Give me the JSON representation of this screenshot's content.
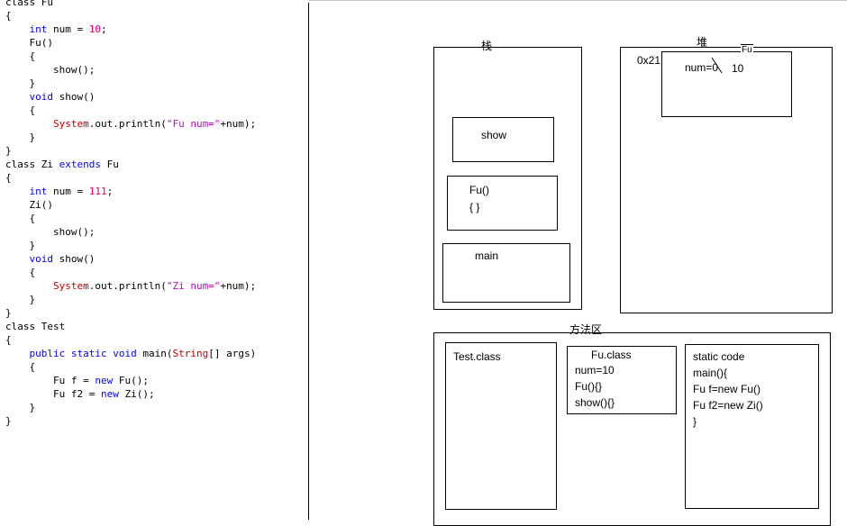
{
  "code": {
    "lines": [
      [
        {
          "t": "class Fu",
          "c": "plain"
        }
      ],
      [
        {
          "t": "{",
          "c": "plain"
        }
      ],
      [
        {
          "t": "    ",
          "c": "plain"
        },
        {
          "t": "int",
          "c": "keyword"
        },
        {
          "t": " num = ",
          "c": "plain"
        },
        {
          "t": "10",
          "c": "number"
        },
        {
          "t": ";",
          "c": "plain"
        }
      ],
      [
        {
          "t": "    Fu()",
          "c": "plain"
        }
      ],
      [
        {
          "t": "    {",
          "c": "plain"
        }
      ],
      [
        {
          "t": "        show();",
          "c": "plain"
        }
      ],
      [
        {
          "t": "    }",
          "c": "plain"
        }
      ],
      [
        {
          "t": "    ",
          "c": "plain"
        },
        {
          "t": "void",
          "c": "keyword"
        },
        {
          "t": " show()",
          "c": "plain"
        }
      ],
      [
        {
          "t": "    {",
          "c": "plain"
        }
      ],
      [
        {
          "t": "        ",
          "c": "plain"
        },
        {
          "t": "System",
          "c": "class"
        },
        {
          "t": ".out.println(",
          "c": "plain"
        },
        {
          "t": "\"Fu num=\"",
          "c": "string"
        },
        {
          "t": "+num);",
          "c": "plain"
        }
      ],
      [
        {
          "t": "    }",
          "c": "plain"
        }
      ],
      [
        {
          "t": "}",
          "c": "plain"
        }
      ],
      [
        {
          "t": "class",
          "c": "plain"
        },
        {
          "t": " Zi ",
          "c": "plain"
        },
        {
          "t": "extends",
          "c": "keyword"
        },
        {
          "t": " Fu",
          "c": "plain"
        }
      ],
      [
        {
          "t": "{",
          "c": "plain"
        }
      ],
      [
        {
          "t": "    ",
          "c": "plain"
        },
        {
          "t": "int",
          "c": "keyword"
        },
        {
          "t": " num = ",
          "c": "plain"
        },
        {
          "t": "111",
          "c": "number"
        },
        {
          "t": ";",
          "c": "plain"
        }
      ],
      [
        {
          "t": "    Zi()",
          "c": "plain"
        }
      ],
      [
        {
          "t": "    {",
          "c": "plain"
        }
      ],
      [
        {
          "t": "        show();",
          "c": "plain"
        }
      ],
      [
        {
          "t": "    }",
          "c": "plain"
        }
      ],
      [
        {
          "t": "    ",
          "c": "plain"
        },
        {
          "t": "void",
          "c": "keyword"
        },
        {
          "t": " show()",
          "c": "plain"
        }
      ],
      [
        {
          "t": "    {",
          "c": "plain"
        }
      ],
      [
        {
          "t": "        ",
          "c": "plain"
        },
        {
          "t": "System",
          "c": "class"
        },
        {
          "t": ".out.println(",
          "c": "plain"
        },
        {
          "t": "\"Zi num=\"",
          "c": "string"
        },
        {
          "t": "+num);",
          "c": "plain"
        }
      ],
      [
        {
          "t": "    }",
          "c": "plain"
        }
      ],
      [
        {
          "t": "}",
          "c": "plain"
        }
      ],
      [
        {
          "t": "class Test",
          "c": "plain"
        }
      ],
      [
        {
          "t": "{",
          "c": "plain"
        }
      ],
      [
        {
          "t": "    ",
          "c": "plain"
        },
        {
          "t": "public",
          "c": "keyword"
        },
        {
          "t": " ",
          "c": "plain"
        },
        {
          "t": "static",
          "c": "keyword"
        },
        {
          "t": " ",
          "c": "plain"
        },
        {
          "t": "void",
          "c": "keyword"
        },
        {
          "t": " main(",
          "c": "plain"
        },
        {
          "t": "String",
          "c": "class"
        },
        {
          "t": "[] args)",
          "c": "plain"
        }
      ],
      [
        {
          "t": "    {",
          "c": "plain"
        }
      ],
      [
        {
          "t": "        Fu f = ",
          "c": "plain"
        },
        {
          "t": "new",
          "c": "keyword"
        },
        {
          "t": " Fu();",
          "c": "plain"
        }
      ],
      [
        {
          "t": "        Fu f2 = ",
          "c": "plain"
        },
        {
          "t": "new",
          "c": "keyword"
        },
        {
          "t": " Zi();",
          "c": "plain"
        }
      ],
      [
        {
          "t": "    }",
          "c": "plain"
        }
      ],
      [
        {
          "t": "}",
          "c": "plain"
        }
      ]
    ]
  },
  "colors": {
    "keyword": "#0000ff",
    "number": "#e0006b",
    "string": "#c800c8",
    "class": "#c00000",
    "plain": "#000000"
  },
  "diagram": {
    "stack": {
      "title": "栈",
      "show_frame": "show",
      "fu_frame": {
        "line1": "Fu()",
        "line2": "{ }"
      },
      "main_frame": "main"
    },
    "heap": {
      "title": "堆",
      "address": "0x21",
      "object_label": "Fu",
      "field": "num=0",
      "field_new_value": "10"
    },
    "method_area": {
      "title": "方法区",
      "test_class": "Test.class",
      "fu_class": {
        "title": "Fu.class",
        "lines": [
          "num=10",
          "Fu(){}",
          "show(){}"
        ]
      },
      "static_code": {
        "lines": [
          "static code",
          "main(){",
          "Fu f=new Fu()",
          "Fu f2=new Zi()",
          "}"
        ]
      }
    }
  }
}
